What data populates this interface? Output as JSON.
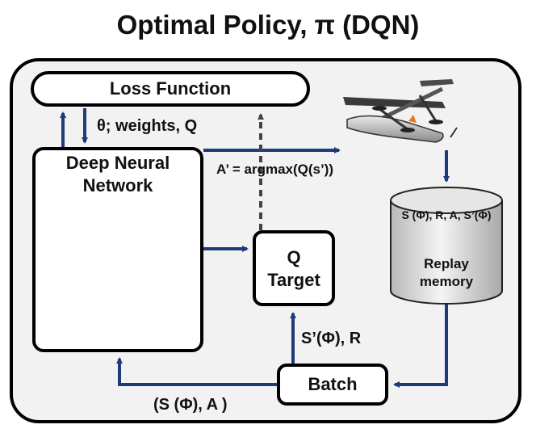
{
  "title": "Optimal Policy, π (DQN)",
  "boxes": {
    "loss_function": "Loss Function",
    "dnn_line1": "Deep Neural",
    "dnn_line2": "Network",
    "q_target_line1": "Q",
    "q_target_line2": "Target",
    "batch": "Batch",
    "replay_state": "S (Φ), R, A, S’(Φ)",
    "replay_line1": "Replay",
    "replay_line2": "memory"
  },
  "edge_labels": {
    "weights": "θ; weights, Q",
    "argmax": "A’ = argmax(Q(s’))",
    "next_state_reward": "S’(Φ), R",
    "state_action": "(S (Φ), A )"
  },
  "colors": {
    "arrow": "#1f3a7a",
    "dashed": "#555555",
    "frame_bg": "#f2f2f2"
  },
  "icons": {
    "uav": "vtol-drone-icon",
    "replay": "database-cylinder-icon"
  }
}
